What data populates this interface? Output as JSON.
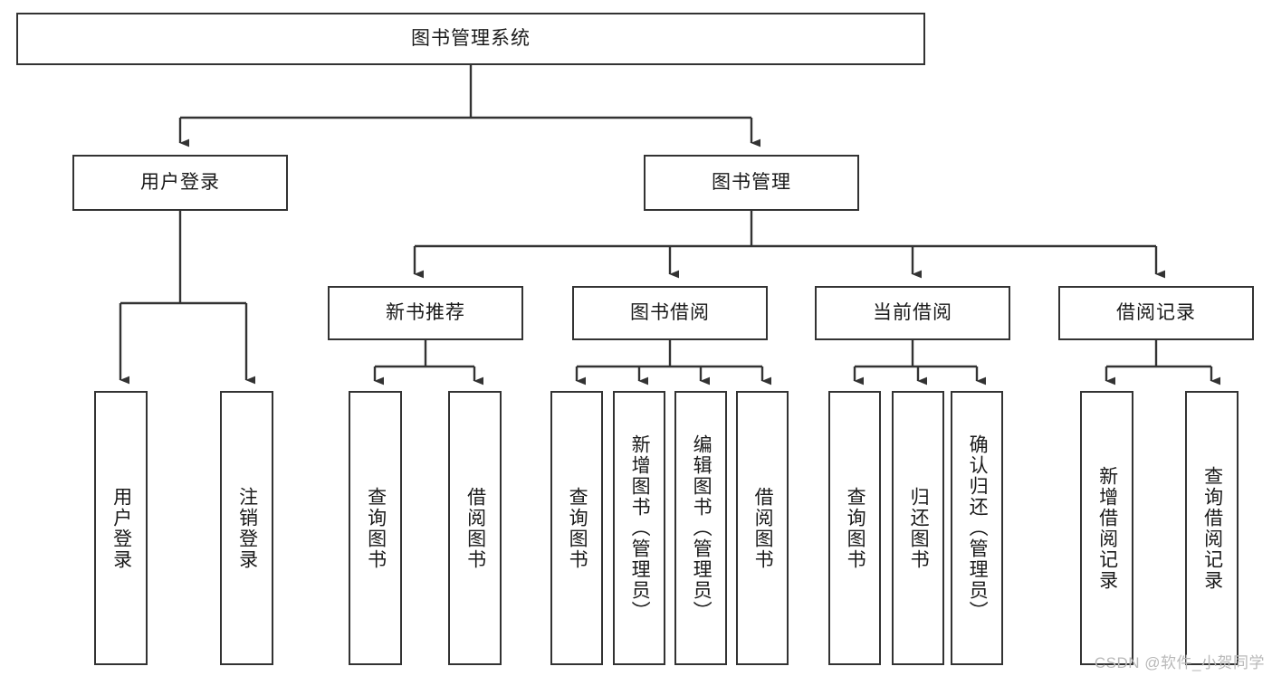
{
  "diagram": {
    "title": "图书管理系统",
    "type": "tree-hierarchy",
    "watermark": "CSDN @软件_小贺同学",
    "colors": {
      "node_border": "#333333",
      "node_fill": "#ffffff",
      "edge": "#333333",
      "text": "#1a1a1a",
      "watermark": "#b9b9b9",
      "background": "#ffffff"
    },
    "levels": {
      "root": {
        "label": "图书管理系统"
      },
      "level2": [
        {
          "id": "user-login",
          "label": "用户登录"
        },
        {
          "id": "book-management",
          "label": "图书管理"
        }
      ],
      "level3": [
        {
          "id": "new-book-recommend",
          "label": "新书推荐",
          "parent": "book-management"
        },
        {
          "id": "book-borrow",
          "label": "图书借阅",
          "parent": "book-management"
        },
        {
          "id": "current-borrow",
          "label": "当前借阅",
          "parent": "book-management"
        },
        {
          "id": "borrow-record",
          "label": "借阅记录",
          "parent": "book-management"
        }
      ],
      "leaves": {
        "user-login": [
          {
            "id": "leaf-user-login",
            "label": "用户登录"
          },
          {
            "id": "leaf-logout",
            "label": "注销登录"
          }
        ],
        "new-book-recommend": [
          {
            "id": "leaf-query-book-1",
            "label": "查询图书"
          },
          {
            "id": "leaf-borrow-book-1",
            "label": "借阅图书"
          }
        ],
        "book-borrow": [
          {
            "id": "leaf-query-book-2",
            "label": "查询图书"
          },
          {
            "id": "leaf-add-book",
            "label": "新增图书（管理员）"
          },
          {
            "id": "leaf-edit-book",
            "label": "编辑图书（管理员）"
          },
          {
            "id": "leaf-borrow-book-2",
            "label": "借阅图书"
          }
        ],
        "current-borrow": [
          {
            "id": "leaf-query-book-3",
            "label": "查询图书"
          },
          {
            "id": "leaf-return-book",
            "label": "归还图书"
          },
          {
            "id": "leaf-confirm-return",
            "label": "确认归还（管理员）"
          }
        ],
        "borrow-record": [
          {
            "id": "leaf-add-record",
            "label": "新增借阅记录"
          },
          {
            "id": "leaf-query-record",
            "label": "查询借阅记录"
          }
        ]
      }
    }
  }
}
